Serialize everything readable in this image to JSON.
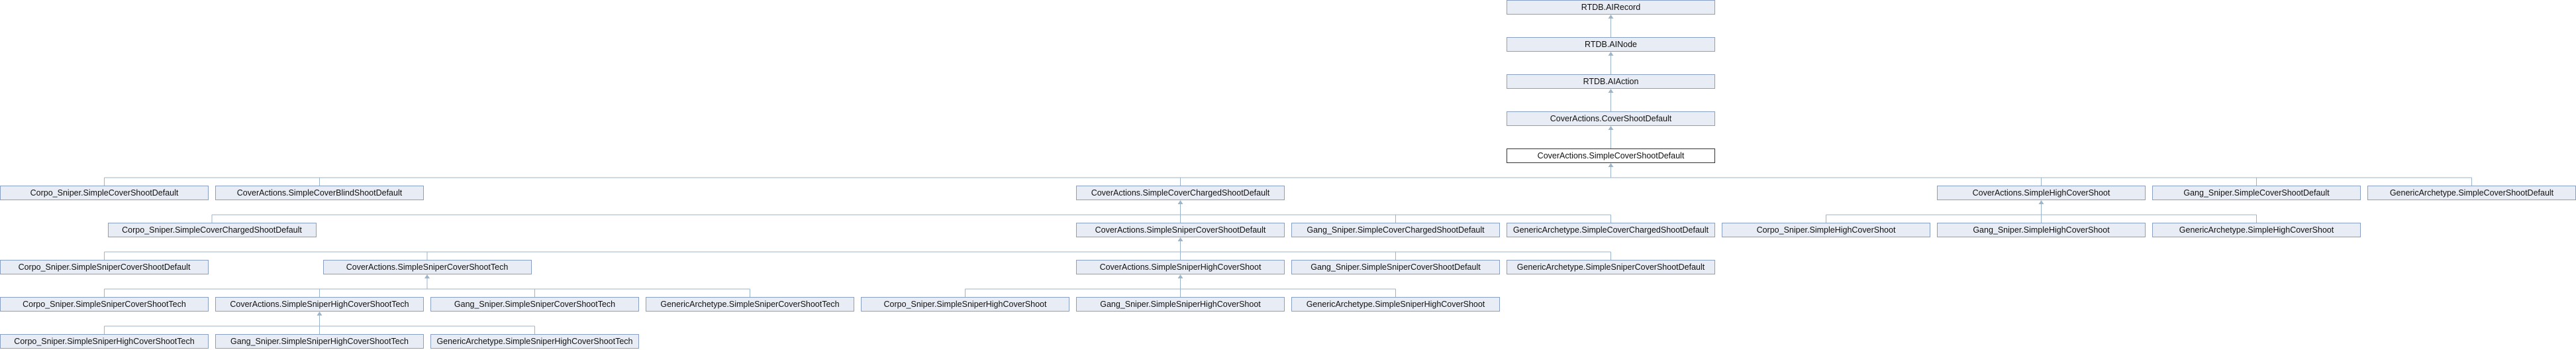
{
  "colors": {
    "node_fill": "#e8ecf5",
    "node_border": "#8a9fc4",
    "edge": "#9bb6cc",
    "selected_border": "#333333"
  },
  "nodes": [
    {
      "id": "n_airecord",
      "label": "RTDB.AIRecord",
      "row": 0,
      "col": 7
    },
    {
      "id": "n_ainode",
      "label": "RTDB.AINode",
      "row": 1,
      "col": 7
    },
    {
      "id": "n_aiaction",
      "label": "RTDB.AIAction",
      "row": 2,
      "col": 7
    },
    {
      "id": "n_covershootdefault",
      "label": "CoverActions.CoverShootDefault",
      "row": 3,
      "col": 7
    },
    {
      "id": "n_simplecovershootdefault",
      "label": "CoverActions.SimpleCoverShootDefault",
      "row": 4,
      "col": 7,
      "selected": true
    },
    {
      "id": "n_corpo_simplecover",
      "label": "Corpo_Sniper.SimpleCoverShootDefault",
      "row": 5,
      "col": 0
    },
    {
      "id": "n_blindshoot",
      "label": "CoverActions.SimpleCoverBlindShootDefault",
      "row": 5,
      "col": 1
    },
    {
      "id": "n_chargedshoot",
      "label": "CoverActions.SimpleCoverChargedShootDefault",
      "row": 5,
      "col": 5
    },
    {
      "id": "n_highcovershoot",
      "label": "CoverActions.SimpleHighCoverShoot",
      "row": 5,
      "col": 9
    },
    {
      "id": "n_gang_simplecover",
      "label": "Gang_Sniper.SimpleCoverShootDefault",
      "row": 5,
      "col": 10
    },
    {
      "id": "n_generic_simplecover",
      "label": "GenericArchetype.SimpleCoverShootDefault",
      "row": 5,
      "col": 11
    },
    {
      "id": "n_corpo_charged",
      "label": "Corpo_Sniper.SimpleCoverChargedShootDefault",
      "row": 6,
      "col": 0.5
    },
    {
      "id": "n_snipercovershoot",
      "label": "CoverActions.SimpleSniperCoverShootDefault",
      "row": 6,
      "col": 5
    },
    {
      "id": "n_gang_charged",
      "label": "Gang_Sniper.SimpleCoverChargedShootDefault",
      "row": 6,
      "col": 6
    },
    {
      "id": "n_generic_charged",
      "label": "GenericArchetype.SimpleCoverChargedShootDefault",
      "row": 6,
      "col": 7
    },
    {
      "id": "n_corpo_high",
      "label": "Corpo_Sniper.SimpleHighCoverShoot",
      "row": 6,
      "col": 8
    },
    {
      "id": "n_gang_high",
      "label": "Gang_Sniper.SimpleHighCoverShoot",
      "row": 6,
      "col": 9
    },
    {
      "id": "n_generic_high",
      "label": "GenericArchetype.SimpleHighCoverShoot",
      "row": 6,
      "col": 10
    },
    {
      "id": "n_corpo_snipercover",
      "label": "Corpo_Sniper.SimpleSniperCoverShootDefault",
      "row": 7,
      "col": 0
    },
    {
      "id": "n_snipercovertech",
      "label": "CoverActions.SimpleSniperCoverShootTech",
      "row": 7,
      "col": 1.5
    },
    {
      "id": "n_sniperhighcover",
      "label": "CoverActions.SimpleSniperHighCoverShoot",
      "row": 7,
      "col": 5
    },
    {
      "id": "n_gang_snipercover",
      "label": "Gang_Sniper.SimpleSniperCoverShootDefault",
      "row": 7,
      "col": 6
    },
    {
      "id": "n_generic_snipercover",
      "label": "GenericArchetype.SimpleSniperCoverShootDefault",
      "row": 7,
      "col": 7
    },
    {
      "id": "n_corpo_snipertech",
      "label": "Corpo_Sniper.SimpleSniperCoverShootTech",
      "row": 8,
      "col": 0
    },
    {
      "id": "n_sniperhightech",
      "label": "CoverActions.SimpleSniperHighCoverShootTech",
      "row": 8,
      "col": 1
    },
    {
      "id": "n_gang_snipertech",
      "label": "Gang_Sniper.SimpleSniperCoverShootTech",
      "row": 8,
      "col": 2
    },
    {
      "id": "n_generic_snipertech",
      "label": "GenericArchetype.SimpleSniperCoverShootTech",
      "row": 8,
      "col": 3
    },
    {
      "id": "n_corpo_sniperhigh",
      "label": "Corpo_Sniper.SimpleSniperHighCoverShoot",
      "row": 8,
      "col": 4
    },
    {
      "id": "n_gang_sniperhigh",
      "label": "Gang_Sniper.SimpleSniperHighCoverShoot",
      "row": 8,
      "col": 5
    },
    {
      "id": "n_generic_sniperhigh",
      "label": "GenericArchetype.SimpleSniperHighCoverShoot",
      "row": 8,
      "col": 6
    },
    {
      "id": "n_corpo_sniperhightech",
      "label": "Corpo_Sniper.SimpleSniperHighCoverShootTech",
      "row": 9,
      "col": 0
    },
    {
      "id": "n_gang_sniperhightech",
      "label": "Gang_Sniper.SimpleSniperHighCoverShootTech",
      "row": 9,
      "col": 1
    },
    {
      "id": "n_generic_sniperhightech",
      "label": "GenericArchetype.SimpleSniperHighCoverShootTech",
      "row": 9,
      "col": 2
    }
  ],
  "edges": [
    {
      "from": "n_ainode",
      "to": "n_airecord"
    },
    {
      "from": "n_aiaction",
      "to": "n_ainode"
    },
    {
      "from": "n_covershootdefault",
      "to": "n_aiaction"
    },
    {
      "from": "n_simplecovershootdefault",
      "to": "n_covershootdefault"
    },
    {
      "from": "n_corpo_simplecover",
      "to": "n_simplecovershootdefault"
    },
    {
      "from": "n_blindshoot",
      "to": "n_simplecovershootdefault"
    },
    {
      "from": "n_chargedshoot",
      "to": "n_simplecovershootdefault"
    },
    {
      "from": "n_highcovershoot",
      "to": "n_simplecovershootdefault"
    },
    {
      "from": "n_gang_simplecover",
      "to": "n_simplecovershootdefault"
    },
    {
      "from": "n_generic_simplecover",
      "to": "n_simplecovershootdefault"
    },
    {
      "from": "n_corpo_charged",
      "to": "n_chargedshoot"
    },
    {
      "from": "n_snipercovershoot",
      "to": "n_chargedshoot"
    },
    {
      "from": "n_gang_charged",
      "to": "n_chargedshoot"
    },
    {
      "from": "n_generic_charged",
      "to": "n_chargedshoot"
    },
    {
      "from": "n_corpo_high",
      "to": "n_highcovershoot"
    },
    {
      "from": "n_gang_high",
      "to": "n_highcovershoot"
    },
    {
      "from": "n_generic_high",
      "to": "n_highcovershoot"
    },
    {
      "from": "n_corpo_snipercover",
      "to": "n_snipercovershoot"
    },
    {
      "from": "n_snipercovertech",
      "to": "n_snipercovershoot"
    },
    {
      "from": "n_sniperhighcover",
      "to": "n_snipercovershoot"
    },
    {
      "from": "n_gang_snipercover",
      "to": "n_snipercovershoot"
    },
    {
      "from": "n_generic_snipercover",
      "to": "n_snipercovershoot"
    },
    {
      "from": "n_corpo_snipertech",
      "to": "n_snipercovertech"
    },
    {
      "from": "n_sniperhightech",
      "to": "n_snipercovertech"
    },
    {
      "from": "n_gang_snipertech",
      "to": "n_snipercovertech"
    },
    {
      "from": "n_generic_snipertech",
      "to": "n_snipercovertech"
    },
    {
      "from": "n_corpo_sniperhigh",
      "to": "n_sniperhighcover"
    },
    {
      "from": "n_gang_sniperhigh",
      "to": "n_sniperhighcover"
    },
    {
      "from": "n_generic_sniperhigh",
      "to": "n_sniperhighcover"
    },
    {
      "from": "n_corpo_sniperhightech",
      "to": "n_sniperhightech"
    },
    {
      "from": "n_gang_sniperhightech",
      "to": "n_sniperhightech"
    },
    {
      "from": "n_generic_sniperhightech",
      "to": "n_sniperhightech"
    }
  ]
}
